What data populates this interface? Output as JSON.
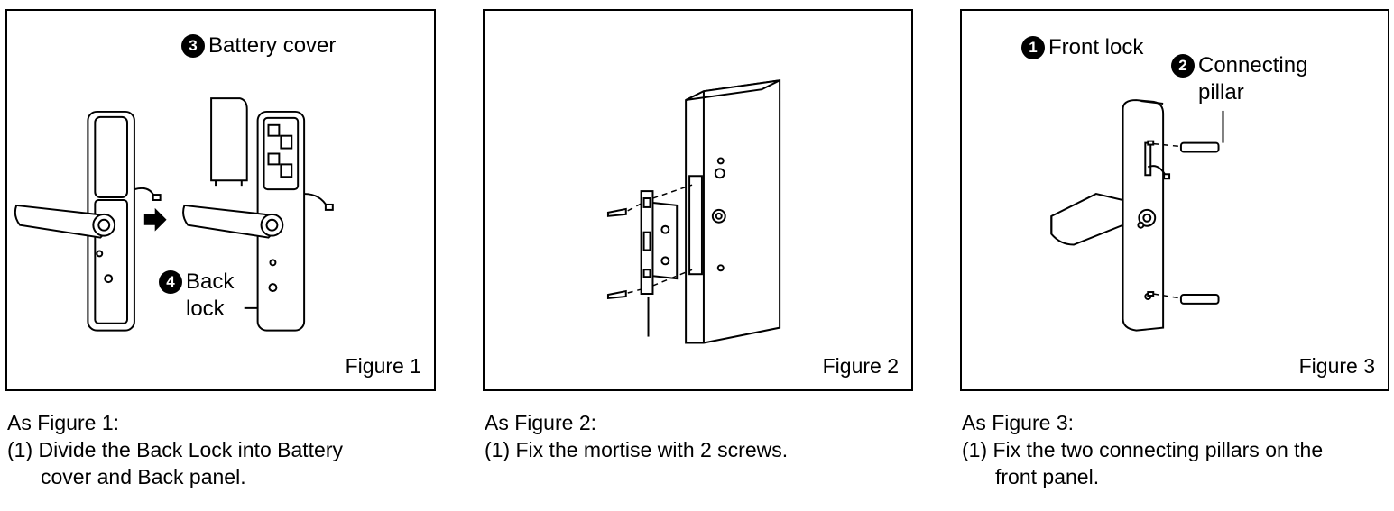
{
  "figures": [
    {
      "label": "Figure 1",
      "callouts": [
        {
          "number": "3",
          "text": "Battery cover"
        },
        {
          "number": "4",
          "text": "Back\nlock"
        }
      ]
    },
    {
      "label": "Figure 2",
      "callouts": []
    },
    {
      "label": "Figure 3",
      "callouts": [
        {
          "number": "1",
          "text": "Front lock"
        },
        {
          "number": "2",
          "text": "Connecting\npillar"
        }
      ]
    }
  ],
  "captions": [
    {
      "heading": "As Figure 1:",
      "line1": "(1) Divide the Back Lock into Battery",
      "line2": "cover and Back panel."
    },
    {
      "heading": "As Figure 2:",
      "line1": "(1) Fix the mortise with 2 screws.",
      "line2": ""
    },
    {
      "heading": "As Figure 3:",
      "line1": "(1) Fix the two connecting pillars on the",
      "line2": "front panel."
    }
  ]
}
